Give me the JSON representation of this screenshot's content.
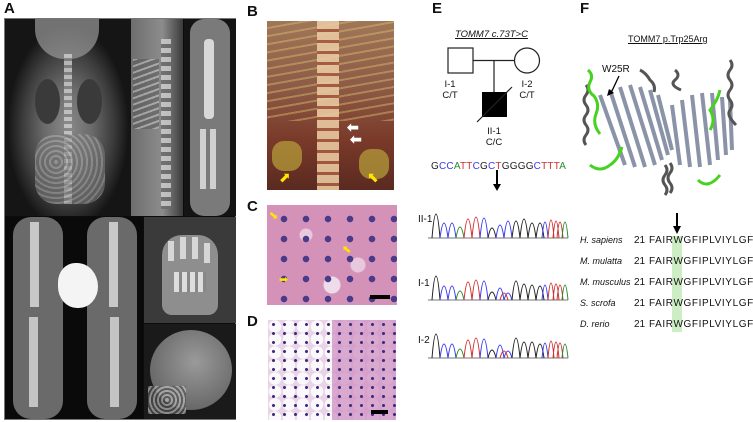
{
  "panels": {
    "A": {
      "letter": "A"
    },
    "B": {
      "letter": "B"
    },
    "C": {
      "letter": "C"
    },
    "D": {
      "letter": "D"
    },
    "E": {
      "letter": "E",
      "title": "TOMM7 c.73T>C",
      "pedigree": {
        "father": {
          "id": "I-1",
          "genotype": "C/T"
        },
        "mother": {
          "id": "I-2",
          "genotype": "C/T"
        },
        "child": {
          "id": "II-1",
          "genotype": "C/C"
        }
      },
      "sequence": [
        {
          "b": "G",
          "c": "#222222"
        },
        {
          "b": "C",
          "c": "#3a3af0"
        },
        {
          "b": "C",
          "c": "#3a3af0"
        },
        {
          "b": "A",
          "c": "#2e8b2e"
        },
        {
          "b": "T",
          "c": "#d03030"
        },
        {
          "b": "T",
          "c": "#d03030"
        },
        {
          "b": "C",
          "c": "#3a3af0"
        },
        {
          "b": "G",
          "c": "#222222"
        },
        {
          "b": "C",
          "c": "#3a3af0"
        },
        {
          "b": "T",
          "c": "#d03030"
        },
        {
          "b": "G",
          "c": "#222222"
        },
        {
          "b": "G",
          "c": "#222222"
        },
        {
          "b": "G",
          "c": "#222222"
        },
        {
          "b": "G",
          "c": "#222222"
        },
        {
          "b": "C",
          "c": "#3a3af0"
        },
        {
          "b": "T",
          "c": "#d03030"
        },
        {
          "b": "T",
          "c": "#d03030"
        },
        {
          "b": "T",
          "c": "#d03030"
        },
        {
          "b": "A",
          "c": "#2e8b2e"
        }
      ],
      "chromatograms": [
        {
          "label": "II-1"
        },
        {
          "label": "I-1"
        },
        {
          "label": "I-2"
        }
      ]
    },
    "F": {
      "letter": "F",
      "title": "TOMM7 p.Trp25Arg",
      "mutation_label": "W25R",
      "alignment": [
        {
          "species": "H. sapiens",
          "start": "21",
          "pre": "FAIR",
          "hl": "W",
          "post": "GFIPLVIYLGF"
        },
        {
          "species": "M. mulatta",
          "start": "21",
          "pre": "FAIR",
          "hl": "W",
          "post": "GFIPLVIYLGF"
        },
        {
          "species": "M. musculus",
          "start": "21",
          "pre": "FAIR",
          "hl": "W",
          "post": "GFIPLVIYLGF"
        },
        {
          "species": "S. scrofa",
          "start": "21",
          "pre": "FAIR",
          "hl": "W",
          "post": "GFIPLVIYLGF"
        },
        {
          "species": "D. rerio",
          "start": "21",
          "pre": "FAIR",
          "hl": "W",
          "post": "GFIPLVIYLGF"
        }
      ],
      "highlight_color": "#cdeec4"
    }
  }
}
